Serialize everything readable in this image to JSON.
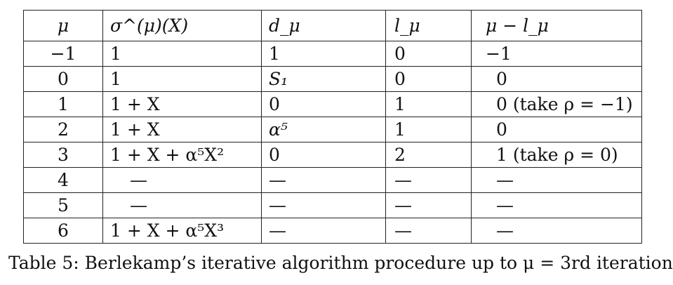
{
  "table": {
    "headers": [
      "μ",
      "σ^(μ)(X)",
      "d_μ",
      "l_μ",
      "μ − l_μ"
    ],
    "rows": [
      [
        "−1",
        "1",
        "1",
        "0",
        "−1"
      ],
      [
        "0",
        "1",
        "S₁",
        "0",
        "0"
      ],
      [
        "1",
        "1 + X",
        "0",
        "1",
        "0 (take ρ = −1)"
      ],
      [
        "2",
        "1 + X",
        "α⁵",
        "1",
        "0"
      ],
      [
        "3",
        "1 + X + α⁵X²",
        "0",
        "2",
        "1 (take ρ = 0)"
      ],
      [
        "4",
        "—",
        "—",
        "—",
        "—"
      ],
      [
        "5",
        "—",
        "—",
        "—",
        "—"
      ],
      [
        "6",
        "1 + X + α⁵X³",
        "—",
        "—",
        "—"
      ]
    ]
  },
  "caption": "Table 5: Berlekamp’s iterative algorithm procedure up to μ = 3rd iteration"
}
